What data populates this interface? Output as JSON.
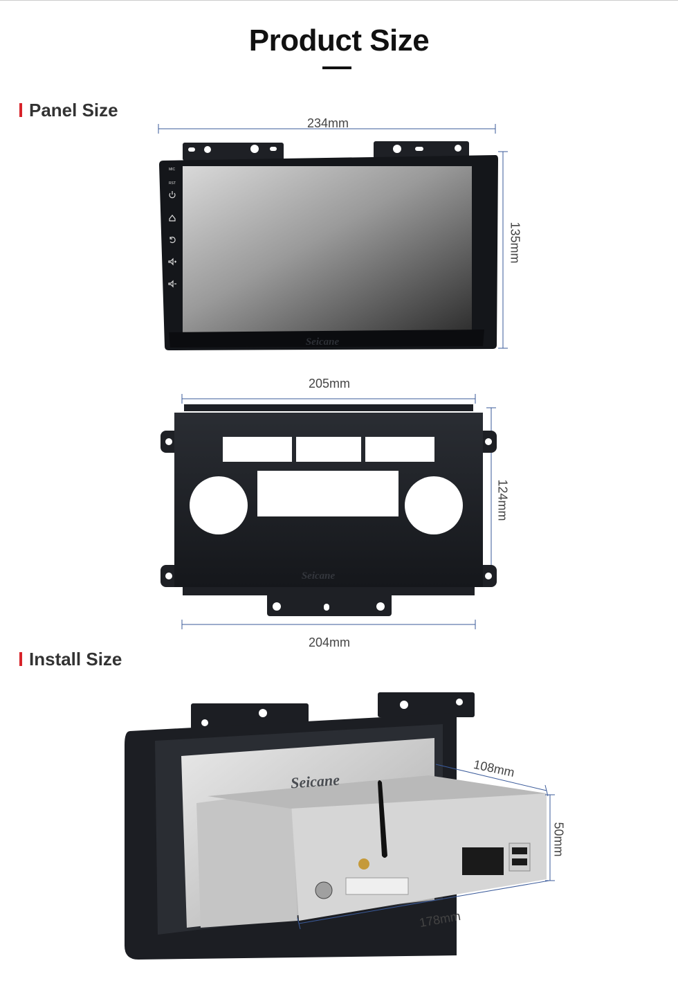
{
  "page": {
    "title": "Product Size",
    "sections": {
      "panel": "Panel Size",
      "install": "Install Size"
    }
  },
  "panel_unit": {
    "width_label": "234mm",
    "height_label": "135mm",
    "side_buttons": [
      "MIC",
      "RST",
      "power-icon",
      "home-icon",
      "back-icon",
      "volume-up-icon",
      "volume-down-icon"
    ],
    "brand": "Seicane"
  },
  "frame": {
    "top_width_label": "205mm",
    "height_label": "124mm",
    "bottom_width_label": "204mm",
    "brand": "Seicane"
  },
  "install": {
    "depth_label": "108mm",
    "height_label": "50mm",
    "width_label": "178mm",
    "brand": "Seicane"
  },
  "colors": {
    "accent": "#d8232a",
    "dimension_line": "#3a5a9a",
    "bezel": "#1a1c22"
  }
}
